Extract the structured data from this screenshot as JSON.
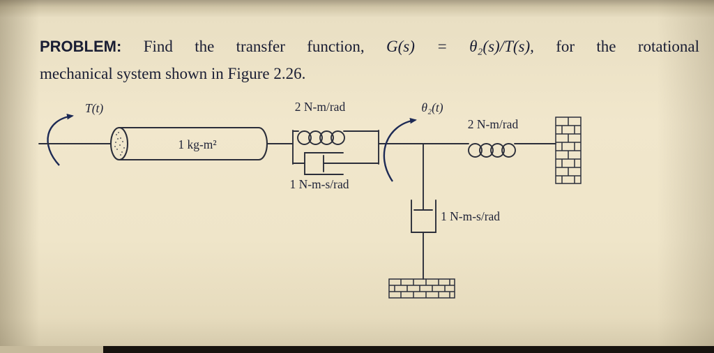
{
  "problem": {
    "label": "PROBLEM:",
    "line1_pre": "Find the transfer function,",
    "line1_math": "G(s) = θ₂(s)/T(s),",
    "line1_post": "for the rotational",
    "line2": "mechanical system shown in Figure 2.26."
  },
  "diagram": {
    "torque_label": "T(t)",
    "inertia_label": "1 kg-m²",
    "spring1_label": "2 N-m/rad",
    "damper1_label": "1 N-m-s/rad",
    "theta_label": "θ₂(t)",
    "spring2_label": "2 N-m/rad",
    "damper2_label": "1 N-m-s/rad"
  },
  "colors": {
    "ink": "#2b2e3a",
    "arrow": "#1d2a55",
    "paper": "#f1e7cc"
  }
}
